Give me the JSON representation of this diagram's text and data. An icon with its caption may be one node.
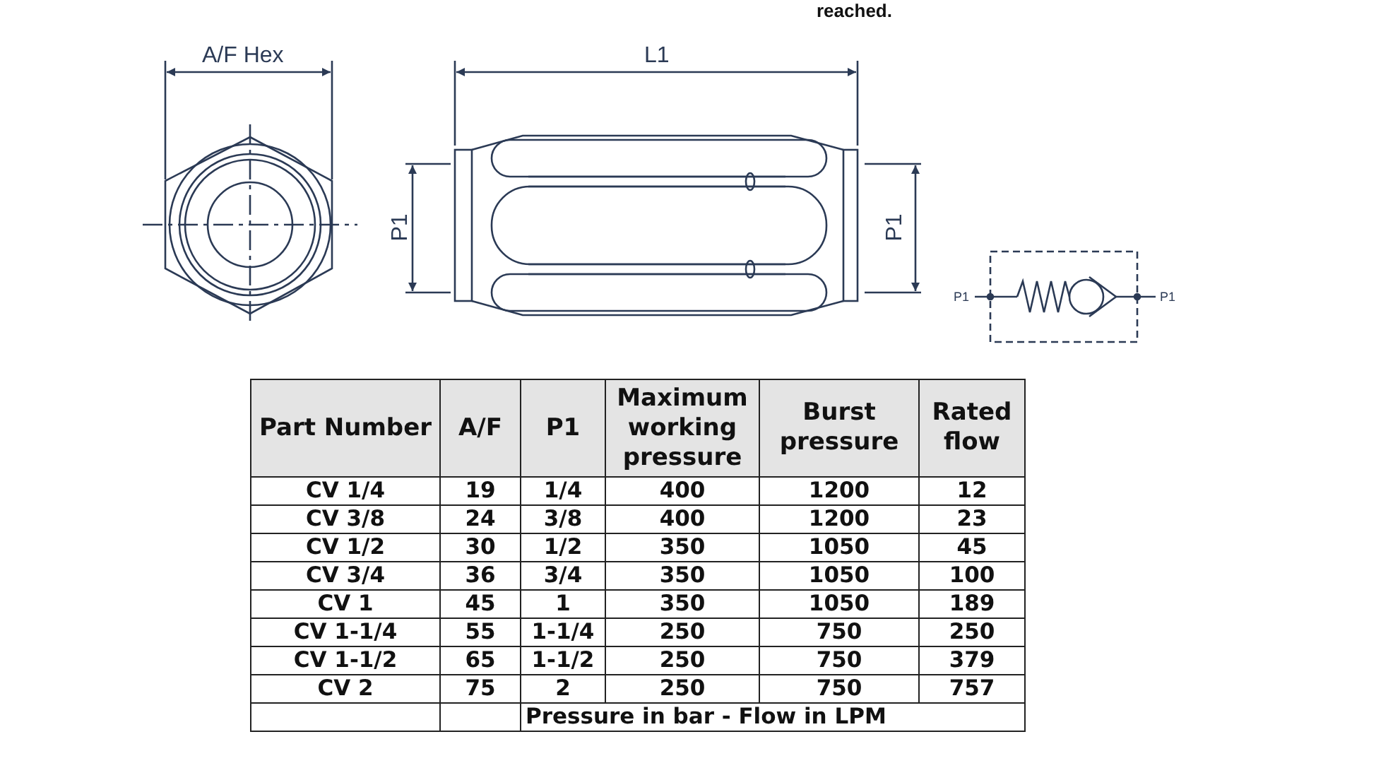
{
  "diagram": {
    "labels": [
      "reached.",
      "A/F Hex",
      "L1",
      "P1",
      "P1",
      "P1",
      "P1",
      "Part Number",
      "A/F",
      "P1",
      "Maximum working pressure",
      "Burst pressure",
      "Rated flow",
      "CV 1/4",
      "19",
      "1/4",
      "400",
      "1200",
      "12",
      "CV 3/8",
      "24",
      "3/8",
      "400",
      "1200",
      "23",
      "CV 1/2",
      "30",
      "1/2",
      "350",
      "1050",
      "45",
      "CV 3/4",
      "36",
      "3/4",
      "350",
      "1050",
      "100",
      "CV 1",
      "45",
      "1",
      "350",
      "1050",
      "189",
      "CV 1-1/4",
      "55",
      "1-1/4",
      "250",
      "750",
      "250",
      "CV 1-1/2",
      "65",
      "1-1/2",
      "250",
      "750",
      "379",
      "CV 2",
      "75",
      "2",
      "250",
      "750",
      "757",
      "Pressure in bar - Flow in LPM"
    ]
  }
}
